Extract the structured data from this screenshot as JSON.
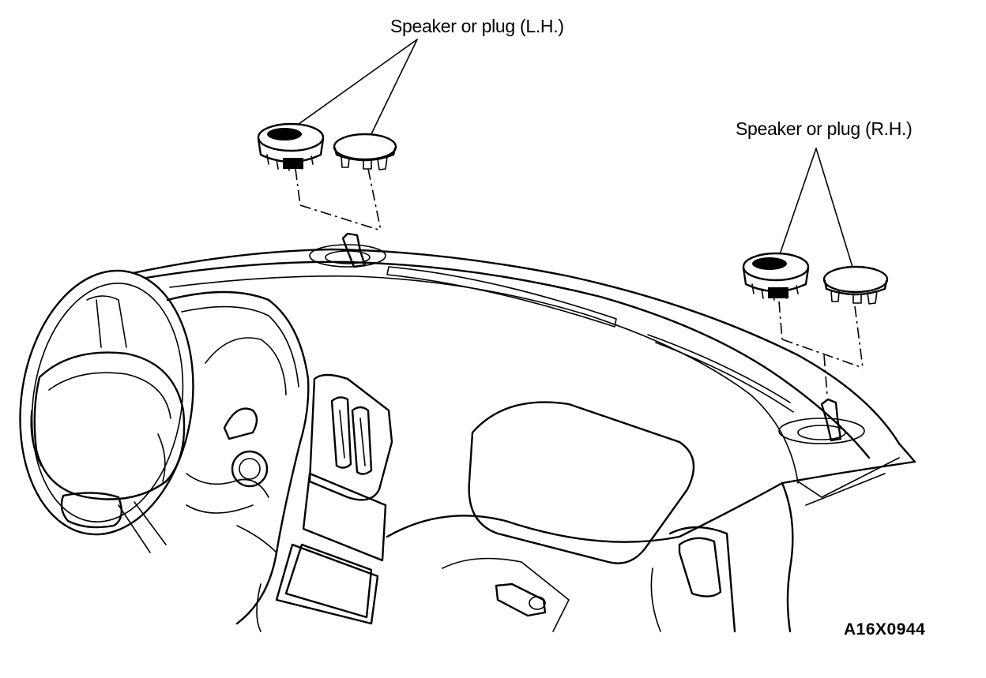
{
  "labels": {
    "left_speaker": "Speaker or plug (L.H.)",
    "right_speaker": "Speaker or plug (R.H.)"
  },
  "figure_code": "A16X0944"
}
